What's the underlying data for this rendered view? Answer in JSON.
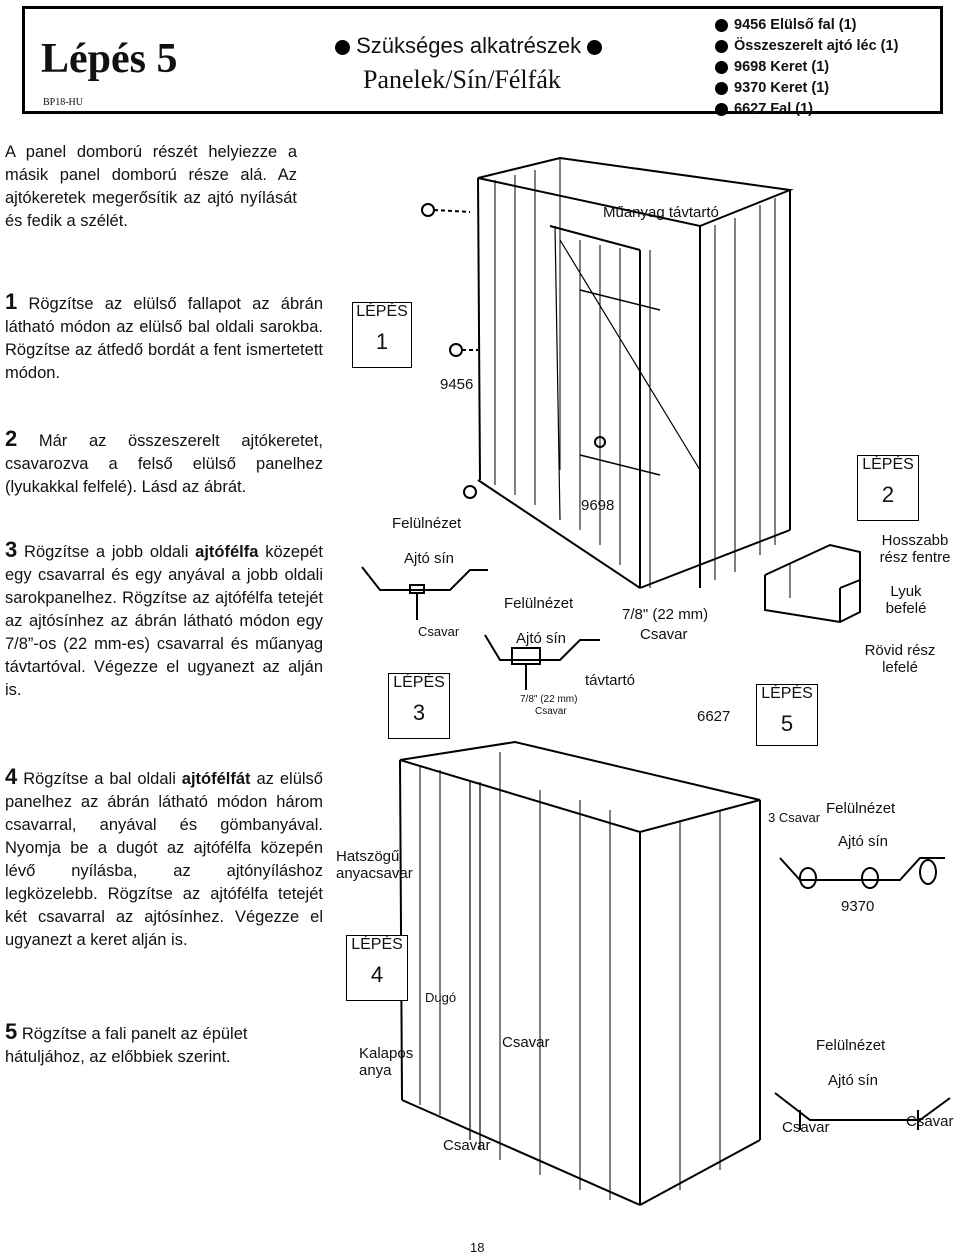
{
  "header": {
    "title": "Lépés 5",
    "code": "BP18-HU",
    "parts_heading": "Szükséges alkatrészek",
    "parts_subheading": "Panelek/Sín/Félfák",
    "parts": [
      "9456 Elülső fal (1)",
      "Összeszerelt ajtó léc (1)",
      "9698 Keret (1)",
      "9370 Keret (1)",
      "6627 Fal (1)"
    ]
  },
  "intro": "A panel domború részét helyiezze a másik panel domború része alá. Az ajtókeretek megerősítik az ajtó nyílását és fedik a szélét.",
  "steps": [
    {
      "num": "1",
      "text": "Rögzítse az elülső fallapot az ábrán látható módon az elülső bal oldali sarokba. Rögzítse az átfedő bordát a fent ismertetett módon."
    },
    {
      "num": "2",
      "text": "Már az összeszerelt ajtókeretet, csavarozva a felső elülső panelhez (lyukakkal felfelé). Lásd az ábrát."
    },
    {
      "num": "3",
      "text_before": "Rögzítse a jobb oldali ",
      "bold": "ajtófélfa",
      "text_after": " közepét egy csavarral és egy anyával a jobb oldali sarokpanelhez. Rögzítse az ajtófélfa tetejét az ajtósínhez az ábrán látható módon egy 7/8”-os (22 mm-es) csavarral és műanyag távtartóval. Végezze el ugyanezt az alján is."
    },
    {
      "num": "4",
      "text_before": "Rögzítse a bal oldali ",
      "bold": "ajtófélfát",
      "text_after": " az elülső panelhez az ábrán látható módon három csavarral, anyával és gömbanyával. Nyomja be a dugót az ajtófélfa közepén lévő nyílásba, az ajtónyíláshoz legközelebb. Rögzítse az ajtófélfa tetejét két csavarral az ajtósínhez. Végezze el ugyanezt a keret alján is."
    },
    {
      "num": "5",
      "text": "Rögzítse a fali panelt az épület hátuljához, az előbbiek szerint."
    }
  ],
  "step_label": "LÉPÉS",
  "callouts": {
    "spacer": "Műanyag távtartó",
    "p9456": "9456",
    "p9698": "9698",
    "p6627": "6627",
    "p9370": "9370",
    "top_view": "Felülnézet",
    "door_rail": "Ajtó sín",
    "screw": "Csavar",
    "screw_78": "7/8\" (22 mm)",
    "screw_78_mm": "7/8\" (22 mm)",
    "spacer_short": "távtartó",
    "longer_top_1": "Hosszabb",
    "longer_top_2": "rész fentre",
    "hole_1": "Lyuk",
    "hole_2": "befelé",
    "short_down_1": "Rövid rész",
    "short_down_2": "lefelé",
    "hex_nut_1": "Hatszögű",
    "hex_nut_2": "anyacsavar",
    "plug": "Dugó",
    "cap_nut_1": "Kalapos",
    "cap_nut_2": "anya",
    "three_screws": "3 Csavar"
  },
  "page_number": "18"
}
